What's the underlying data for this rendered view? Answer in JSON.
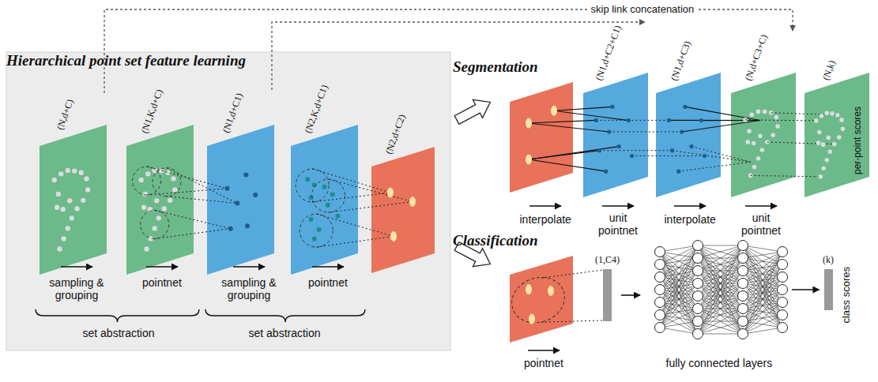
{
  "diagram": {
    "nodes": [
      {
        "text": [
          "Hierarchical point set feature learning"
        ]
      },
      {
        "text": [
          "(N,d+C)"
        ],
        "in": 0
      },
      {
        "text": [
          "(N1,K,d+C)"
        ],
        "in": 0
      },
      {
        "text": [
          "(N1,d+C1)"
        ],
        "in": 0
      },
      {
        "text": [
          "(N2,K,d+C1)"
        ],
        "in": 0
      },
      {
        "text": [
          "(N2,d+C2)"
        ],
        "in": 0
      },
      {
        "text": [
          "(N1,d+C2+C1)"
        ]
      },
      {
        "text": [
          "(N1,d+C3)"
        ]
      },
      {
        "text": [
          "(N,d+C3+C)"
        ]
      },
      {
        "text": [
          "(N,k)",
          "per-point scores"
        ]
      },
      {
        "text": [
          "(1,C4)"
        ]
      },
      {
        "text": [
          "(k)",
          "class scores"
        ]
      }
    ],
    "edges": [
      {
        "from": 1,
        "to": 8,
        "arrow": "to",
        "label": "skip link concatenation"
      },
      {
        "from": 3,
        "to": 6,
        "arrow": "to"
      }
    ],
    "labels": [
      "Segmentation",
      "Classification",
      "sampling & grouping",
      "pointnet",
      "sampling & grouping",
      "pointnet",
      "set abstraction",
      "set abstraction",
      "interpolate",
      "unit pointnet",
      "interpolate",
      "unit pointnet",
      "pointnet",
      "fully connected layers"
    ]
  }
}
